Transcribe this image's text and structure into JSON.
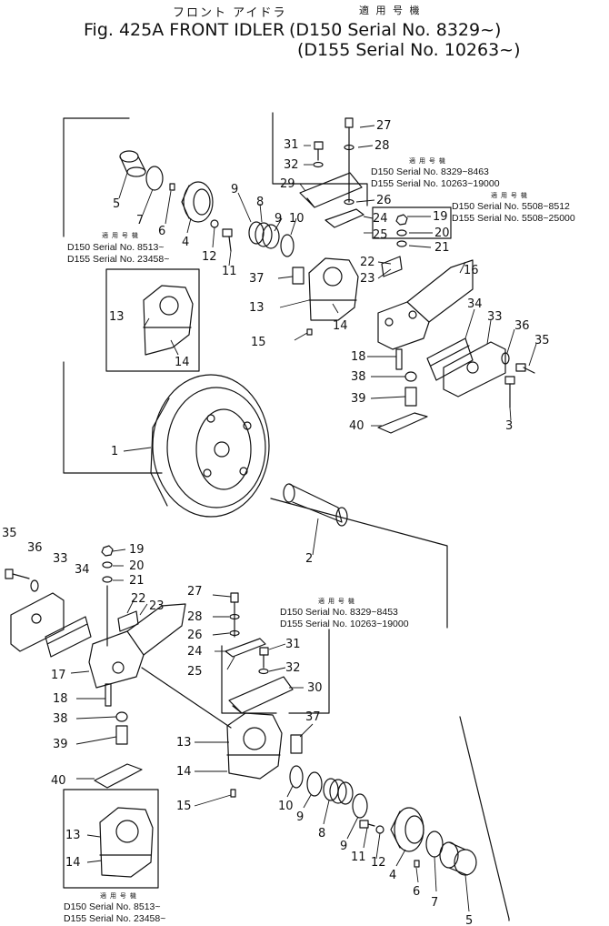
{
  "header": {
    "jp_title": "フロント アイドラ",
    "jp_usage": "適 用 号 機",
    "fig_label": "Fig. 425A FRONT IDLER",
    "serial_line_1": "(D150 Serial No. 8329~)",
    "serial_line_2": "(D155 Serial No. 10263~)"
  },
  "callouts_upper": [
    "27",
    "31",
    "28",
    "32",
    "29",
    "26",
    "24",
    "19",
    "25",
    "20",
    "21",
    "22",
    "23",
    "16",
    "5",
    "7",
    "6",
    "4",
    "9",
    "8",
    "9",
    "10",
    "12",
    "11",
    "37",
    "13",
    "14",
    "15",
    "34",
    "33",
    "36",
    "35",
    "18",
    "38",
    "3",
    "39",
    "40",
    "13",
    "14",
    "1",
    "2"
  ],
  "callouts_lower": [
    "35",
    "36",
    "33",
    "34",
    "19",
    "20",
    "21",
    "22",
    "23",
    "17",
    "18",
    "38",
    "39",
    "40",
    "27",
    "28",
    "26",
    "24",
    "25",
    "31",
    "32",
    "30",
    "37",
    "13",
    "14",
    "15",
    "10",
    "9",
    "8",
    "9",
    "11",
    "12",
    "4",
    "6",
    "7",
    "5",
    "13",
    "14"
  ],
  "notes": {
    "upper_right_a": {
      "jp": "適 用 号 機",
      "l1": "D150   Serial No. 8329~8463",
      "l2": "D155   Serial No. 10263~19000"
    },
    "upper_right_b": {
      "jp": "適 用 号 機",
      "l1": "D150   Serial No. 5508~8512",
      "l2": "D155   Serial No. 5508~25000"
    },
    "upper_left": {
      "jp": "適 用 号 機",
      "l1": "D150  Serial No. 8513~",
      "l2": "D155  Serial No. 23458~"
    },
    "lower_mid": {
      "jp": "適 用 号 機",
      "l1": "D150   Serial No. 8329~8453",
      "l2": "D155   Serial No. 10263~19000"
    },
    "lower_left": {
      "jp": "適 用 号 機",
      "l1": "D150  Serial No. 8513~",
      "l2": "D155  Serial No. 23458~"
    }
  }
}
